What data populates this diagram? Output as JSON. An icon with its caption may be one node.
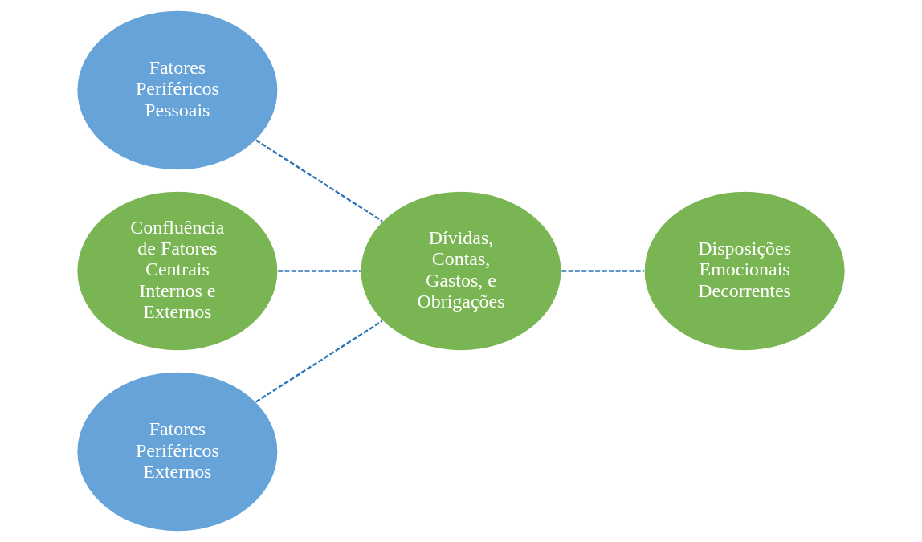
{
  "diagram": {
    "nodes": [
      {
        "text": [
          "Fatores Periféricos Pessoais"
        ]
      },
      {
        "text": [
          "Confluência de Fatores Centrais Internos e Externos"
        ]
      },
      {
        "text": [
          "Dívidas, Contas, Gastos, e Obrigações"
        ]
      },
      {
        "text": [
          "Disposições Emocionais Decorrentes"
        ]
      },
      {
        "text": [
          "Fatores Periféricos Externos"
        ]
      }
    ],
    "edges": [
      {
        "from": 0,
        "to": 2,
        "arrow": "none",
        "style": "dashed"
      },
      {
        "from": 1,
        "to": 2,
        "arrow": "none",
        "style": "dashed"
      },
      {
        "from": 4,
        "to": 2,
        "arrow": "none",
        "style": "dashed"
      },
      {
        "from": 2,
        "to": 3,
        "arrow": "none",
        "style": "dashed"
      }
    ]
  }
}
